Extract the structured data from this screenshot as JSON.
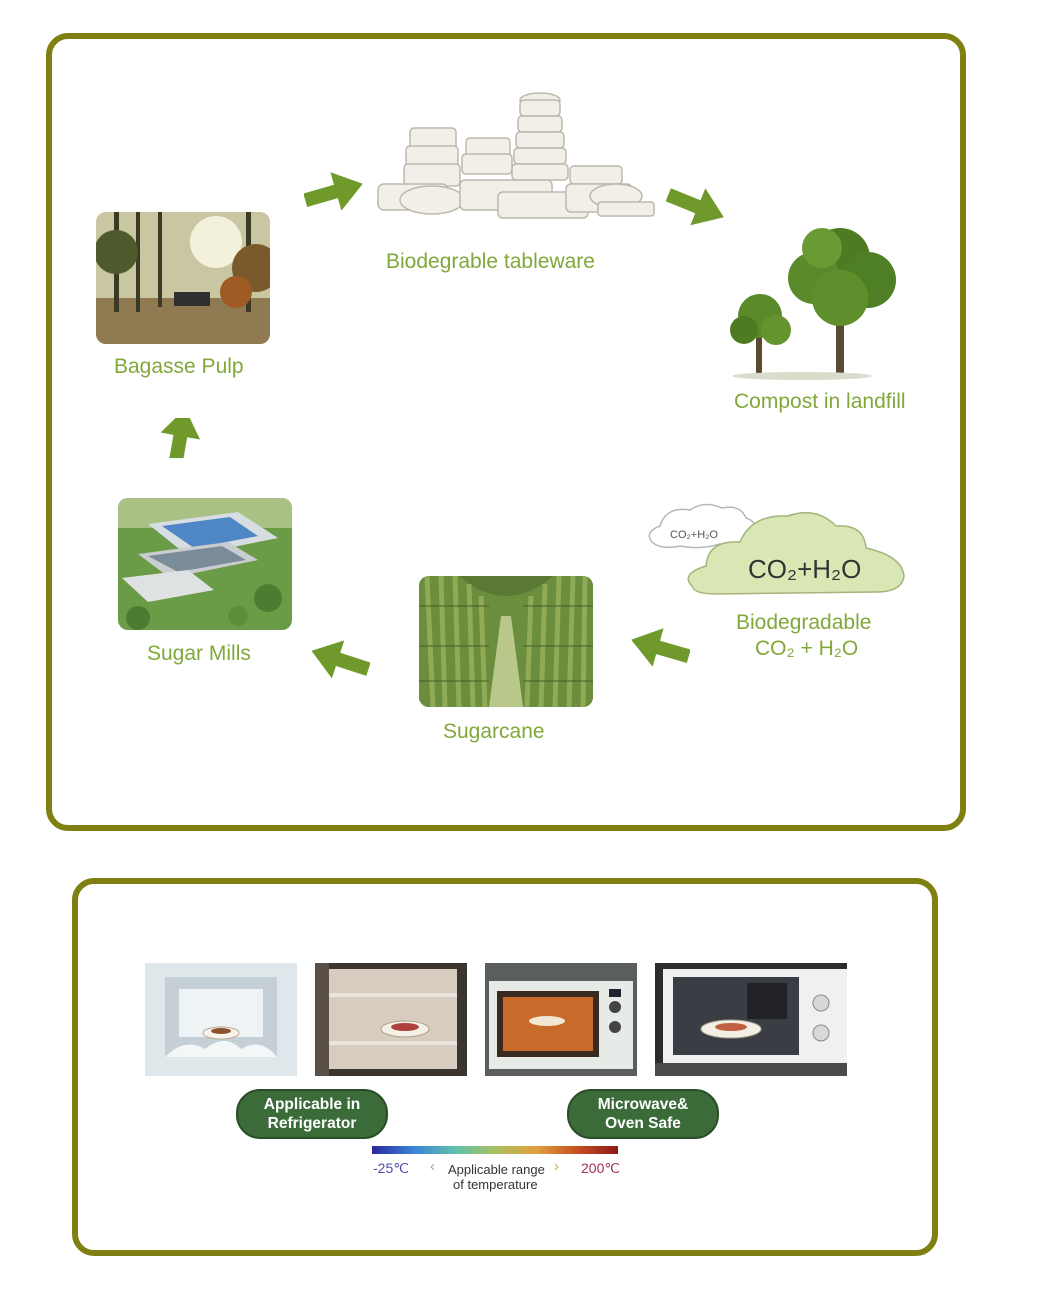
{
  "cycle": {
    "nodes": {
      "tableware": "Biodegrable tableware",
      "compost": "Compost in landfill",
      "biodegradable": "Biodegradable",
      "co2_h2o": "CO₂ + H₂O",
      "sugarcane": "Sugarcane",
      "sugar_mills": "Sugar Mills",
      "bagasse_pulp": "Bagasse Pulp"
    },
    "cloud_small_text": "CO₂+H₂O",
    "cloud_big_text": "CO₂+H₂O",
    "colors": {
      "label": "#80a83a",
      "arrow": "#6f9a2b",
      "border": "#7f7f12"
    }
  },
  "temperature": {
    "badges": {
      "refrigerator": "Applicable in\nRefrigerator",
      "microwave": "Microwave&\nOven Safe"
    },
    "scale": {
      "min": "-25℃",
      "max": "200℃",
      "caption_line1": "Applicable range",
      "caption_line2": "of temperature",
      "left_chevron": "‹",
      "right_chevron": "›"
    },
    "colors": {
      "badge": "#3c6b3a"
    }
  }
}
